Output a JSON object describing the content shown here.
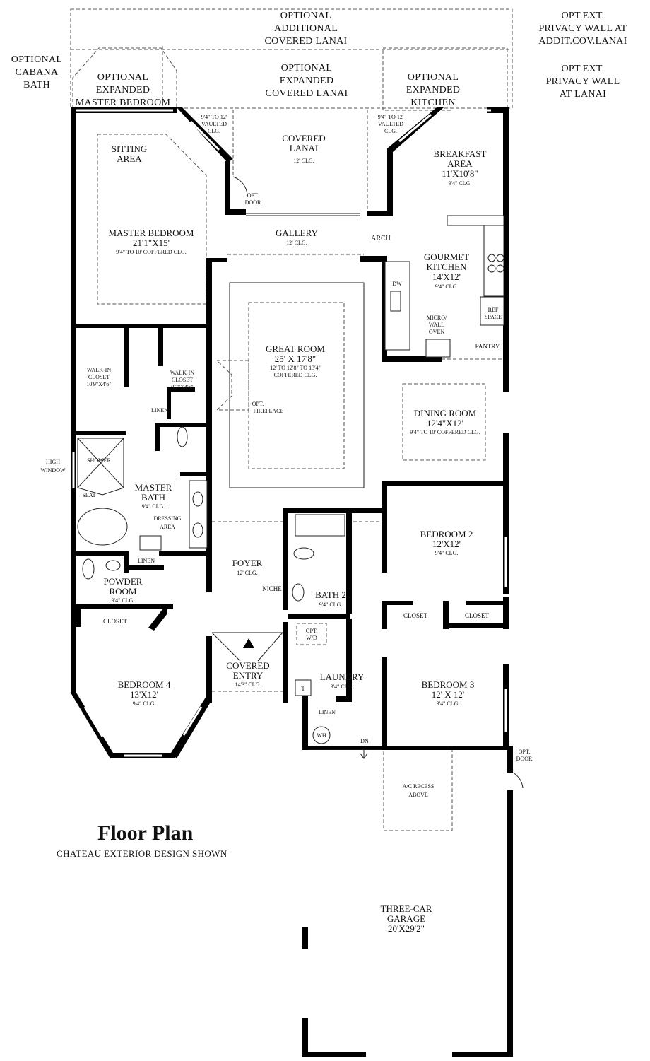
{
  "plan": {
    "title": "Floor Plan",
    "subtitle": "CHATEAU EXTERIOR DESIGN SHOWN"
  },
  "labels": {
    "opt_additional_lanai": [
      "OPTIONAL",
      "ADDITIONAL",
      "COVERED LANAI"
    ],
    "opt_privacy_wall_addit": [
      "OPT.EXT.",
      "PRIVACY WALL AT",
      "ADDIT.COV.LANAI"
    ],
    "opt_privacy_wall_lanai": [
      "OPT.EXT.",
      "PRIVACY WALL",
      "AT LANAI"
    ],
    "opt_cabana_bath": [
      "OPTIONAL",
      "CABANA",
      "BATH"
    ],
    "opt_expanded_master": [
      "OPTIONAL",
      "EXPANDED",
      "MASTER BEDROOM"
    ],
    "opt_expanded_lanai": [
      "OPTIONAL",
      "EXPANDED",
      "COVERED LANAI"
    ],
    "opt_expanded_kitchen": [
      "OPTIONAL",
      "EXPANDED",
      "KITCHEN"
    ],
    "vaulted_left": [
      "9'4\" TO 12'",
      "VAULTED",
      "CLG."
    ],
    "vaulted_right": [
      "9'4\" TO 12'",
      "VAULTED",
      "CLG."
    ],
    "covered_lanai": [
      "COVERED",
      "LANAI"
    ],
    "covered_lanai_clg": "12' CLG.",
    "opt_door_lanai": [
      "OPT.",
      "DOOR"
    ],
    "breakfast": [
      "BREAKFAST",
      "AREA",
      "11'X10'8\""
    ],
    "breakfast_clg": "9'4\" CLG.",
    "sitting_area": [
      "SITTING",
      "AREA"
    ],
    "master_bedroom": [
      "MASTER BEDROOM",
      "21'1\"X15'"
    ],
    "master_bedroom_clg": "9'4\" TO 10' COFFERED CLG.",
    "gallery": "GALLERY",
    "gallery_clg": "12' CLG.",
    "arch": "ARCH",
    "gourmet_kitchen": [
      "GOURMET",
      "KITCHEN",
      "14'X12'"
    ],
    "gourmet_kitchen_clg": "9'4\" CLG.",
    "dw": "DW",
    "ref_space": [
      "REF",
      "SPACE"
    ],
    "micro_wall_oven": [
      "MICRO/",
      "WALL",
      "OVEN"
    ],
    "pantry": "PANTRY",
    "great_room": [
      "GREAT ROOM",
      "25' X 17'8\""
    ],
    "great_room_clg": [
      "12' TO 12'8\" TO 13'4\"",
      "COFFERED CLG."
    ],
    "opt_fireplace": [
      "OPT.",
      "FIREPLACE"
    ],
    "walk_in_closet_1": [
      "WALK-IN",
      "CLOSET",
      "10'9\"X4'6\""
    ],
    "walk_in_closet_2": [
      "WALK-IN",
      "CLOSET",
      "9'7\"X4'6\""
    ],
    "linen_master": "LINEN",
    "dining_room": [
      "DINING ROOM",
      "12'4\"X12'"
    ],
    "dining_room_clg": "9'4\" TO 10' COFFERED CLG.",
    "high_window": [
      "HIGH",
      "WINDOW"
    ],
    "shower": "SHOWER",
    "seat": "SEAT",
    "master_bath": [
      "MASTER",
      "BATH"
    ],
    "master_bath_clg": "9'4\" CLG.",
    "dressing_area": [
      "DRESSING",
      "AREA"
    ],
    "bedroom2": [
      "BEDROOM 2",
      "12'X12'"
    ],
    "bedroom2_clg": "9'4\" CLG.",
    "linen_powder": "LINEN",
    "foyer": "FOYER",
    "foyer_clg": "12' CLG.",
    "powder_room": [
      "POWDER",
      "ROOM"
    ],
    "powder_room_clg": "9'4\" CLG.",
    "niche": "NICHE",
    "bath2": "BATH 2",
    "bath2_clg": "9'4\" CLG.",
    "closet_bed4": "CLOSET",
    "closet_bed2": "CLOSET",
    "closet_bed3": "CLOSET",
    "opt_wd": [
      "OPT.",
      "W/D"
    ],
    "covered_entry": [
      "COVERED",
      "ENTRY"
    ],
    "covered_entry_clg": "14'3\" CLG.",
    "laundry": "LAUNDRY",
    "laundry_clg": "9'4\" CLG.",
    "t_symbol": "T",
    "bedroom4": [
      "BEDROOM 4",
      "13'X12'"
    ],
    "bedroom4_clg": "9'4\" CLG.",
    "bedroom3": [
      "BEDROOM 3",
      "12' X 12'"
    ],
    "bedroom3_clg": "9'4\" CLG.",
    "linen_laundry": "LINEN",
    "wh": "WH",
    "dn": "DN",
    "opt_door_garage": [
      "OPT.",
      "DOOR"
    ],
    "ac_recess": [
      "A/C RECESS",
      "ABOVE"
    ],
    "garage": [
      "THREE-CAR",
      "GARAGE",
      "20'X29'2\""
    ]
  }
}
